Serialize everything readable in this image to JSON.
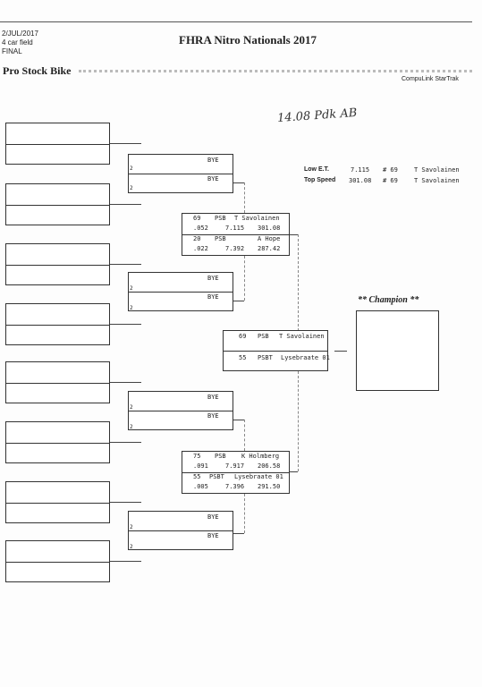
{
  "header": {
    "date": "2/JUL/2017",
    "field": "4 car field",
    "round": "FINAL",
    "event_title": "FHRA Nitro Nationals 2017",
    "class_name": "Pro Stock Bike",
    "brand": "CompuLink StarTrak"
  },
  "handwritten_note": "14.08 Pdk AB",
  "records": {
    "low_et": {
      "label": "Low  E.T.",
      "value": "7.115",
      "car": "# 69",
      "driver": "T Savolainen"
    },
    "top_speed": {
      "label": "Top Speed",
      "value": "301.08",
      "car": "# 69",
      "driver": "T Savolainen"
    }
  },
  "round1_byes": [
    {
      "top": "BYE",
      "bottom": "BYE",
      "seed": "2"
    },
    {
      "top": "BYE",
      "bottom": "BYE",
      "seed": "2"
    },
    {
      "top": "BYE",
      "bottom": "BYE",
      "seed": "2"
    },
    {
      "top": "BYE",
      "bottom": "BYE",
      "seed": "2"
    }
  ],
  "semifinal_1": {
    "top": {
      "car": "69",
      "class": "PSB",
      "driver": "T Savolainen",
      "rt": ".052",
      "et": "7.115",
      "mph": "301.08"
    },
    "bottom": {
      "car": "20",
      "class": "PSB",
      "driver": "A Hope",
      "rt": ".022",
      "et": "7.392",
      "mph": "287.42"
    }
  },
  "semifinal_2": {
    "top": {
      "car": "75",
      "class": "PSB",
      "driver": "K Holmberg",
      "rt": ".091",
      "et": "7.917",
      "mph": "206.58"
    },
    "bottom": {
      "car": "55",
      "class": "PSBT",
      "driver": "Lysebraate 01",
      "rt": ".005",
      "et": "7.396",
      "mph": "291.50"
    }
  },
  "final": {
    "top": {
      "car": "69",
      "class": "PSB",
      "driver": "T Savolainen"
    },
    "bottom": {
      "car": "55",
      "class": "PSBT",
      "driver": "Lysebraate 01"
    }
  },
  "champion": {
    "label": "** Champion **",
    "name": ""
  }
}
